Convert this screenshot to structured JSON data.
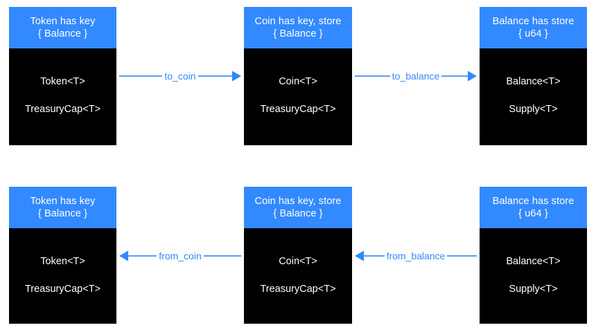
{
  "diagram": {
    "title": "Token / Coin / Balance conversion diagram",
    "background": "#ffffff",
    "accent_color": "#3389ff",
    "node_body_color": "#000000",
    "node_text_color": "#ffffff",
    "nodes": [
      {
        "id": "token-top",
        "header_line1": "Token has key",
        "header_line2": "{ Balance }",
        "entry1": "Token<T>",
        "entry2": "TreasuryCap<T>"
      },
      {
        "id": "coin-top",
        "header_line1": "Coin has key, store",
        "header_line2": "{ Balance }",
        "entry1": "Coin<T>",
        "entry2": "TreasuryCap<T>"
      },
      {
        "id": "balance-top",
        "header_line1": "Balance has store",
        "header_line2": "{ u64 }",
        "entry1": "Balance<T>",
        "entry2": "Supply<T>"
      },
      {
        "id": "token-bottom",
        "header_line1": "Token has key",
        "header_line2": "{ Balance }",
        "entry1": "Token<T>",
        "entry2": "TreasuryCap<T>"
      },
      {
        "id": "coin-bottom",
        "header_line1": "Coin has key, store",
        "header_line2": "{ Balance }",
        "entry1": "Coin<T>",
        "entry2": "TreasuryCap<T>"
      },
      {
        "id": "balance-bottom",
        "header_line1": "Balance has store",
        "header_line2": "{ u64 }",
        "entry1": "Balance<T>",
        "entry2": "Supply<T>"
      }
    ],
    "edges": [
      {
        "id": "to-coin",
        "label": "to_coin",
        "direction": "right"
      },
      {
        "id": "to-balance",
        "label": "to_balance",
        "direction": "right"
      },
      {
        "id": "from-coin",
        "label": "from_coin",
        "direction": "left"
      },
      {
        "id": "from-balance",
        "label": "from_balance",
        "direction": "left"
      }
    ]
  }
}
